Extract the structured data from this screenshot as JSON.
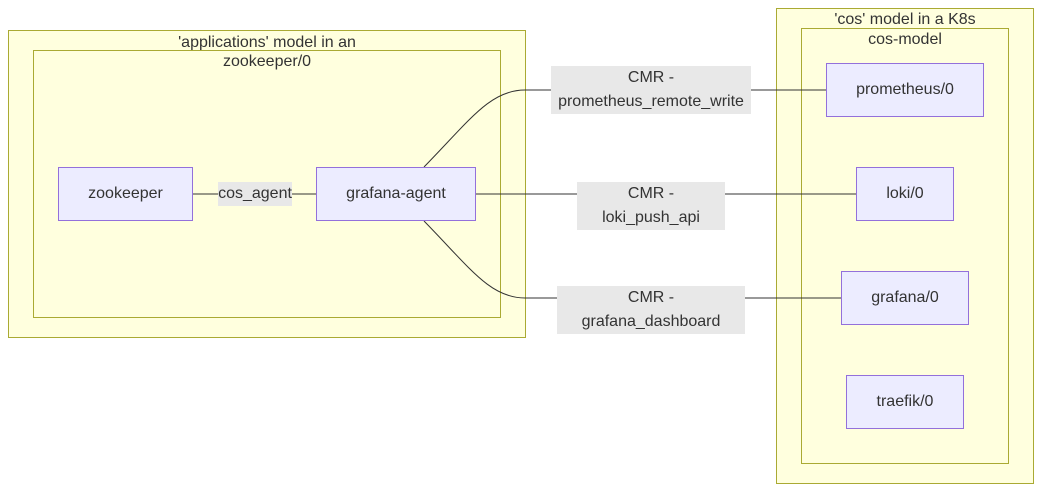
{
  "clusters": {
    "applications_outer": {
      "title": "'applications' model in an"
    },
    "applications_inner": {
      "title": "zookeeper/0"
    },
    "cos_outer": {
      "title": "'cos' model in a K8s"
    },
    "cos_inner": {
      "title": "cos-model"
    }
  },
  "nodes": {
    "zookeeper": "zookeeper",
    "grafana_agent": "grafana-agent",
    "prometheus": "prometheus/0",
    "loki": "loki/0",
    "grafana": "grafana/0",
    "traefik": "traefik/0"
  },
  "edges": {
    "cos_agent": "cos_agent",
    "prometheus_line1": "CMR -",
    "prometheus_line2": "prometheus_remote_write",
    "loki": "CMR - loki_push_api",
    "grafana": "CMR - grafana_dashboard"
  },
  "colors": {
    "cluster_fill": "#ffffde",
    "cluster_border": "#aaaa33",
    "node_fill": "#ececff",
    "node_border": "#9370db",
    "edge_label_bg": "#e8e8e8",
    "edge_stroke": "#333333"
  }
}
